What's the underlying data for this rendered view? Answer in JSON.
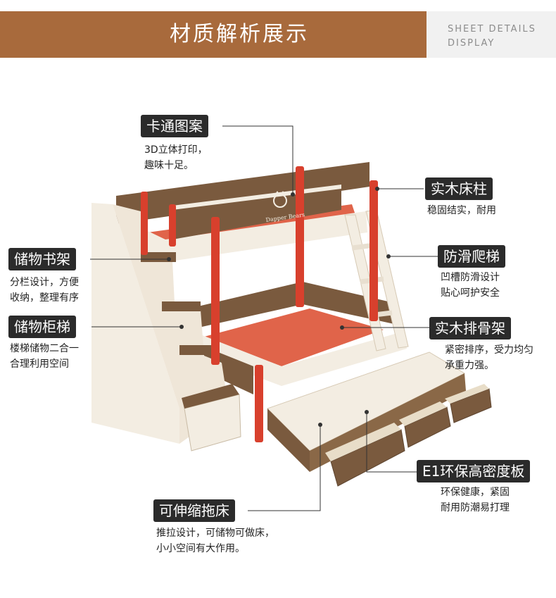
{
  "header": {
    "title": "材质解析展示",
    "subtitle_line1": "SHEET DETAILS",
    "subtitle_line2": "DISPLAY"
  },
  "callouts": {
    "cartoon": {
      "label": "卡通图案",
      "desc": [
        "3D立体打印，",
        "趣味十足。"
      ]
    },
    "bedpost": {
      "label": "实木床柱",
      "desc": [
        "稳固结实，耐用"
      ]
    },
    "bookshelf": {
      "label": "储物书架",
      "desc": [
        "分栏设计，方便",
        "收纳，整理有序"
      ]
    },
    "ladder": {
      "label": "防滑爬梯",
      "desc": [
        "凹槽防滑设计",
        "贴心呵护安全"
      ]
    },
    "cabinet": {
      "label": "储物柜梯",
      "desc": [
        "楼梯储物二合一",
        "合理利用空间"
      ]
    },
    "slats": {
      "label": "实木排骨架",
      "desc": [
        "紧密排序，受力均匀",
        "承重力强。"
      ]
    },
    "board": {
      "label": "E1环保高密度板",
      "desc": [
        "环保健康，紧固",
        "耐用防潮易打理"
      ]
    },
    "trundle": {
      "label": "可伸缩拖床",
      "desc": [
        "推拉设计，可储物可做床，",
        "小小空间有大作用。"
      ]
    }
  },
  "headboard_logo_text": "Dapper Bears",
  "colors": {
    "header_brown": "#a86a3c",
    "label_bg": "#2b2b2b",
    "post_red": "#d8402d",
    "slat_red": "#e0644a",
    "wood_brown": "#7a5a3e",
    "cream": "#f3ede2"
  }
}
